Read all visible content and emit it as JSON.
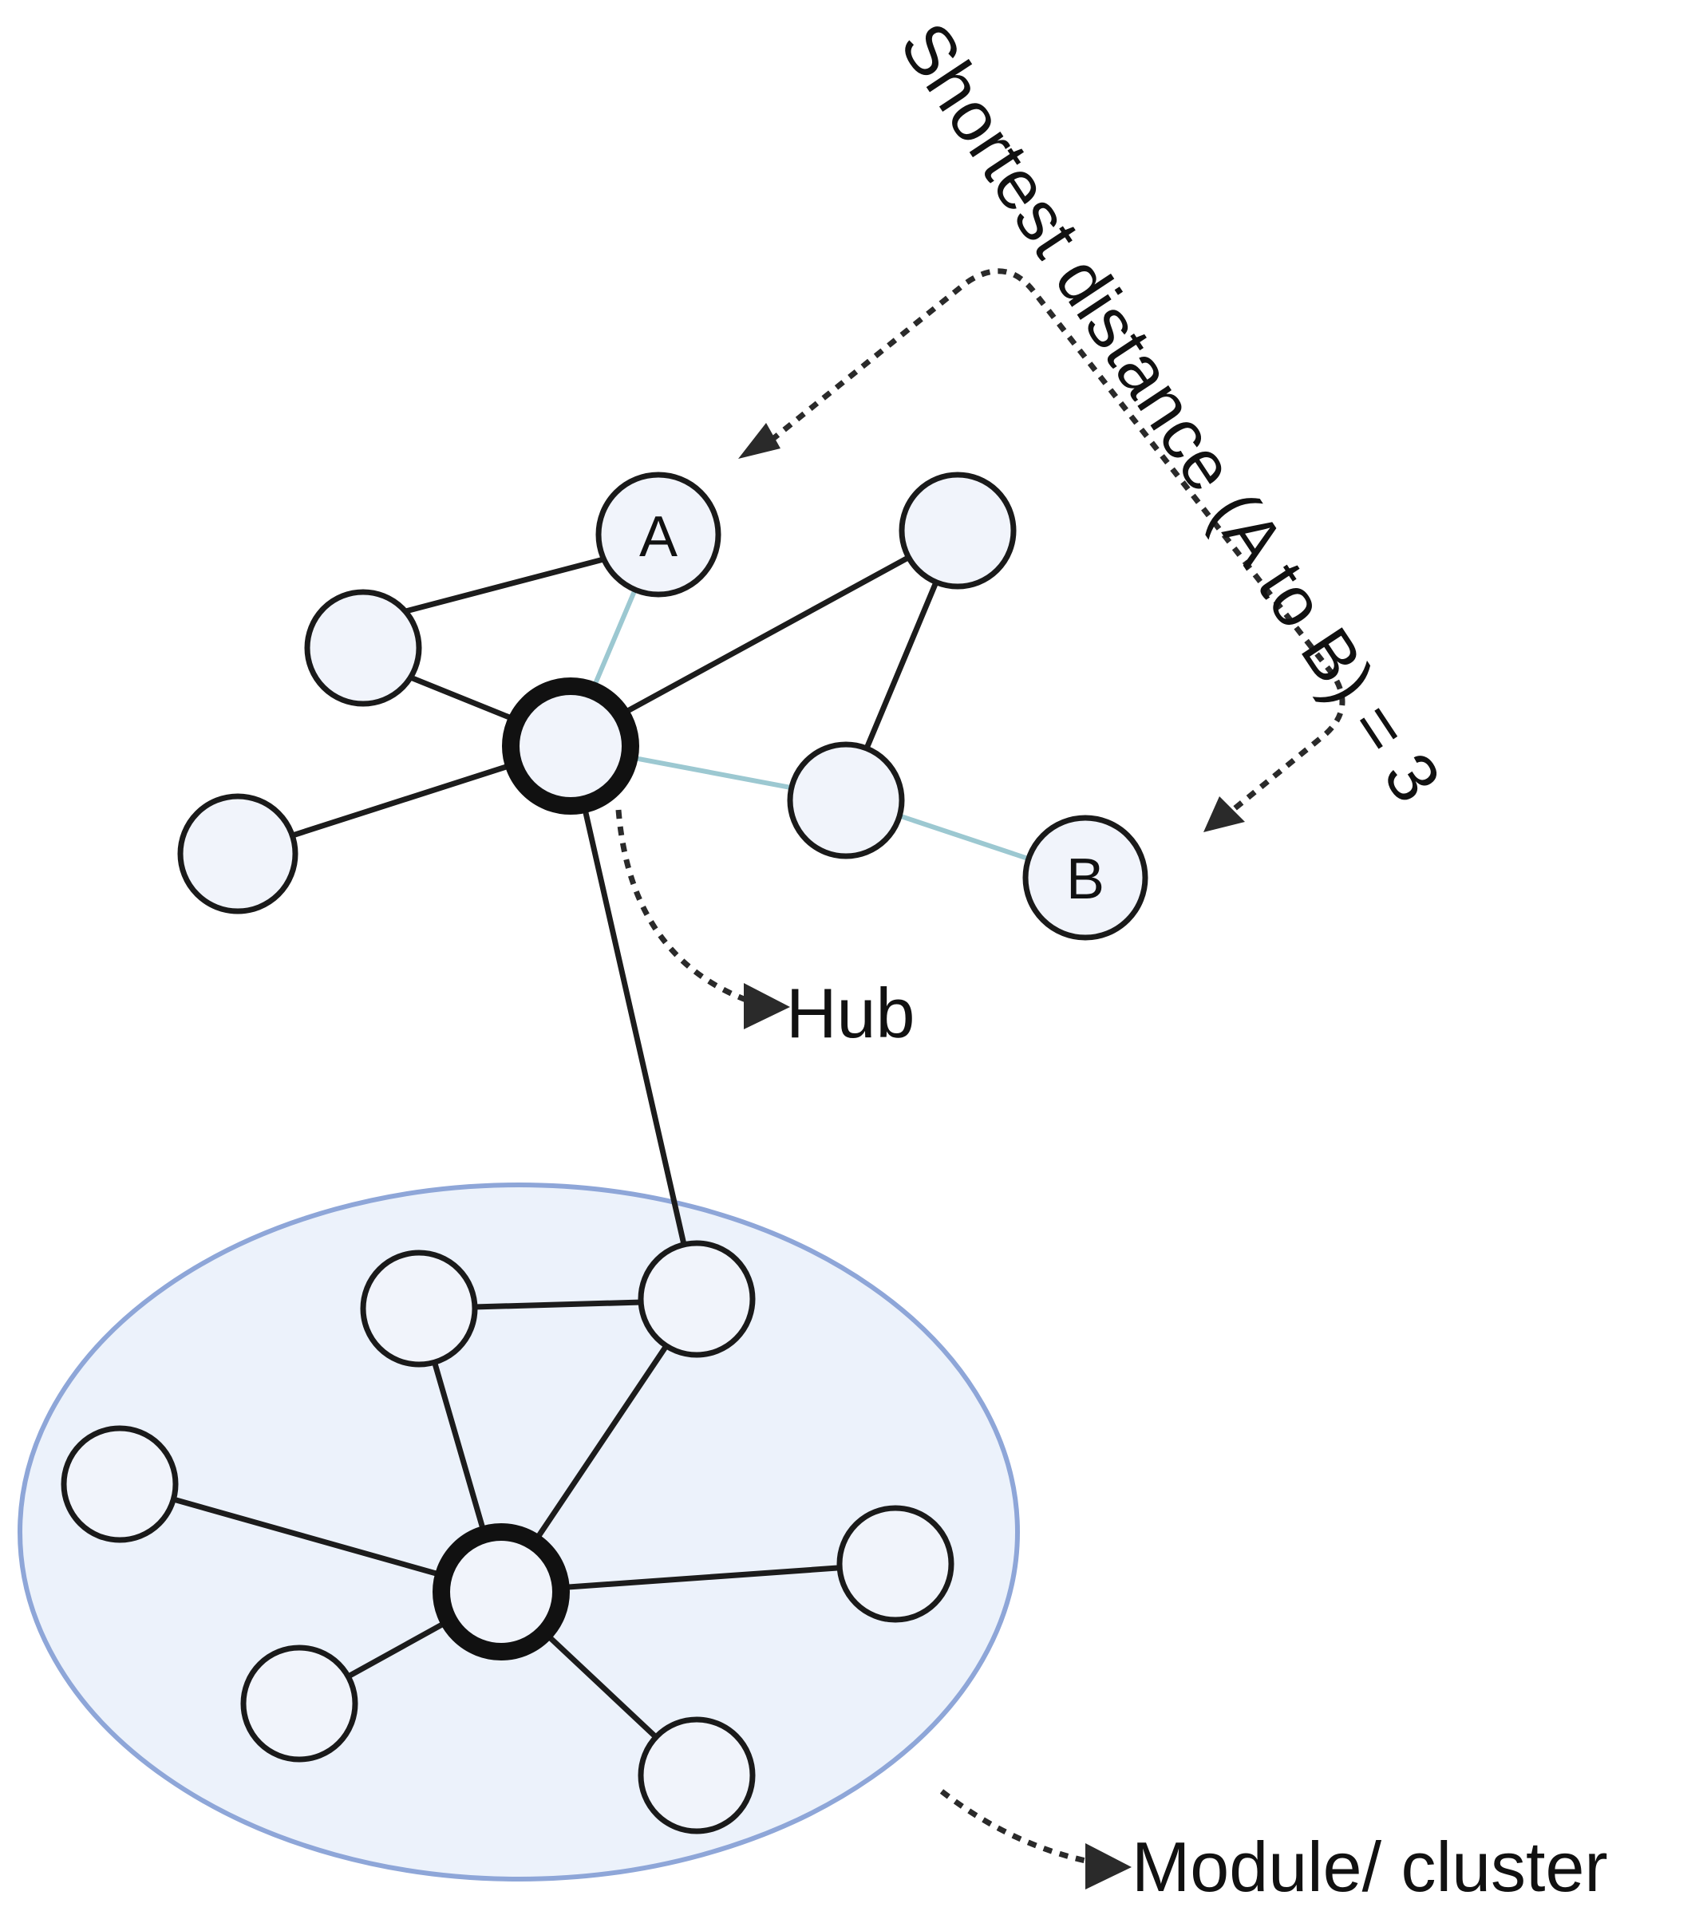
{
  "nodes": {
    "a": {
      "label": "A"
    },
    "b": {
      "label": "B"
    }
  },
  "annotations": {
    "shortest_distance": "Shortest distance (A to B) = 3",
    "hub": "Hub",
    "module": "Module/ cluster"
  },
  "colors": {
    "node_fill": "#f1f4fb",
    "node_stroke": "#1a1a1a",
    "path_edge": "#9cc8d1",
    "cluster_fill": "#ecf2fb",
    "cluster_stroke": "#8ea6d8"
  }
}
